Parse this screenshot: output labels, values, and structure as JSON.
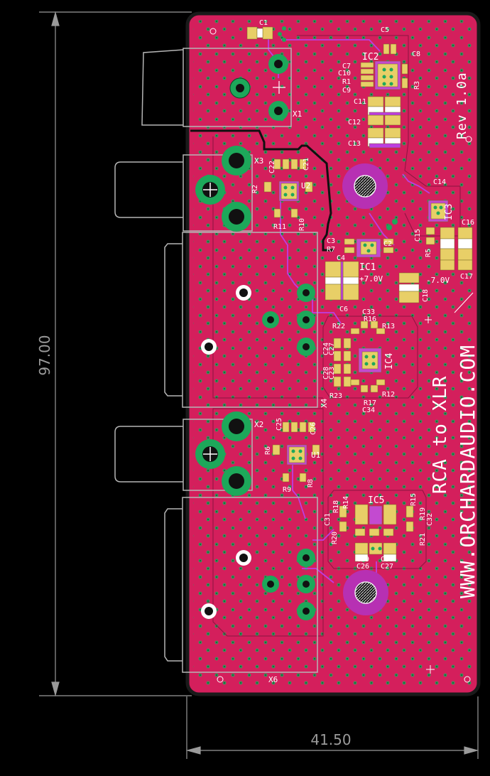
{
  "colors": {
    "background": "#000000",
    "board": "#d41f5c",
    "outline": "#222222",
    "silkscreen": "#ffffff",
    "pad_yellow": "#e8cf67",
    "trace_purple": "#bd3ee0",
    "hole_green": "#1da85a",
    "dimension_gray": "#9a9a9a",
    "connector_outline": "#b5b5b5"
  },
  "board": {
    "title_vertical": "RCA to XLR",
    "url_vertical": "WWW.ORCHARDAUDIO.COM",
    "revision": "Rev 1.0a"
  },
  "dimensions": {
    "height": "97.00",
    "width": "41.50"
  },
  "connectors": {
    "x1": "X1",
    "x2": "X2",
    "x3": "X3",
    "x4": "X4",
    "x6": "X6"
  },
  "ics": {
    "ic1": "IC1",
    "ic2": "IC2",
    "ic3": "IC3",
    "ic4": "IC4",
    "ic5": "IC5",
    "u1": "U1",
    "u2": "U2"
  },
  "voltages": {
    "plus": "+7.0V",
    "minus": "-7.0V"
  },
  "component_labels": {
    "c1": "C1",
    "c2": "C2",
    "c3": "C3",
    "c4": "C4",
    "c5": "C5",
    "c6": "C6",
    "c7": "C7",
    "c8": "C8",
    "c9": "C9",
    "c10": "C10",
    "c11": "C11",
    "c12": "C12",
    "c13": "C13",
    "c14": "C14",
    "c15": "C15",
    "c16": "C16",
    "c17": "C17",
    "c18": "C18",
    "c21": "C21",
    "c22": "C22",
    "c23": "C23",
    "c24": "C24",
    "c25": "C25",
    "c26": "C26",
    "c27": "C27",
    "c28": "C28",
    "c29": "C29",
    "c30": "C30",
    "c31": "C31",
    "c32": "C32",
    "c33": "C33",
    "c34": "C34",
    "r1": "R1",
    "r2": "R2",
    "r3": "R3",
    "r5": "R5",
    "r6": "R6",
    "r7": "R7",
    "r8": "R8",
    "r9": "R9",
    "r10": "R10",
    "r11": "R11",
    "r12": "R12",
    "r13": "R13",
    "r14": "R14",
    "r15": "R15",
    "r16": "R16",
    "r17": "R17",
    "r18": "R18",
    "r19": "R19",
    "r20": "R20",
    "r21": "R21",
    "r22": "R22",
    "r23": "R23"
  }
}
